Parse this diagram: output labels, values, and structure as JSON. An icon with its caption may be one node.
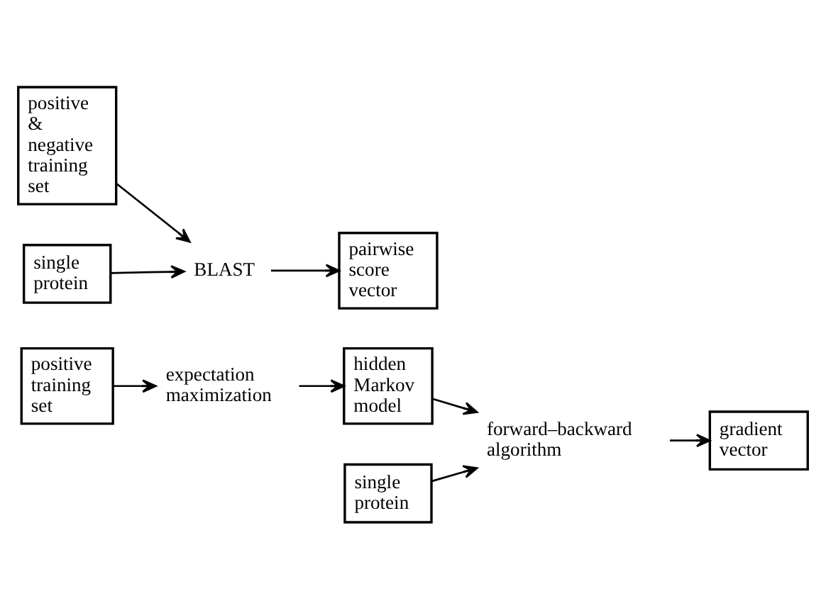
{
  "diagram": {
    "nodes": [
      {
        "text": [
          "positive training set"
        ]
      },
      {
        "text": [
          "expectation maximization"
        ]
      },
      {
        "text": [
          "hidden Markov model"
        ]
      },
      {
        "text": [
          "forward–backward algorithm"
        ]
      },
      {
        "text": [
          "single protein"
        ]
      },
      {
        "text": [
          "gradient vector"
        ]
      },
      {
        "text": [
          "positive & negative training set"
        ]
      },
      {
        "text": [
          "BLAST"
        ]
      },
      {
        "text": [
          "single protein"
        ]
      },
      {
        "text": [
          "pairwise score vector"
        ]
      }
    ],
    "edges": [
      {
        "from": 0,
        "to": 1,
        "arrow": "to"
      },
      {
        "from": 1,
        "to": 2,
        "arrow": "to"
      },
      {
        "from": 2,
        "to": 3,
        "arrow": "to"
      },
      {
        "from": 4,
        "to": 3,
        "arrow": "to"
      },
      {
        "from": 3,
        "to": 5,
        "arrow": "to"
      },
      {
        "from": 6,
        "to": 7,
        "arrow": "to"
      },
      {
        "from": 8,
        "to": 7,
        "arrow": "to"
      },
      {
        "from": 7,
        "to": 9,
        "arrow": "to"
      }
    ]
  }
}
